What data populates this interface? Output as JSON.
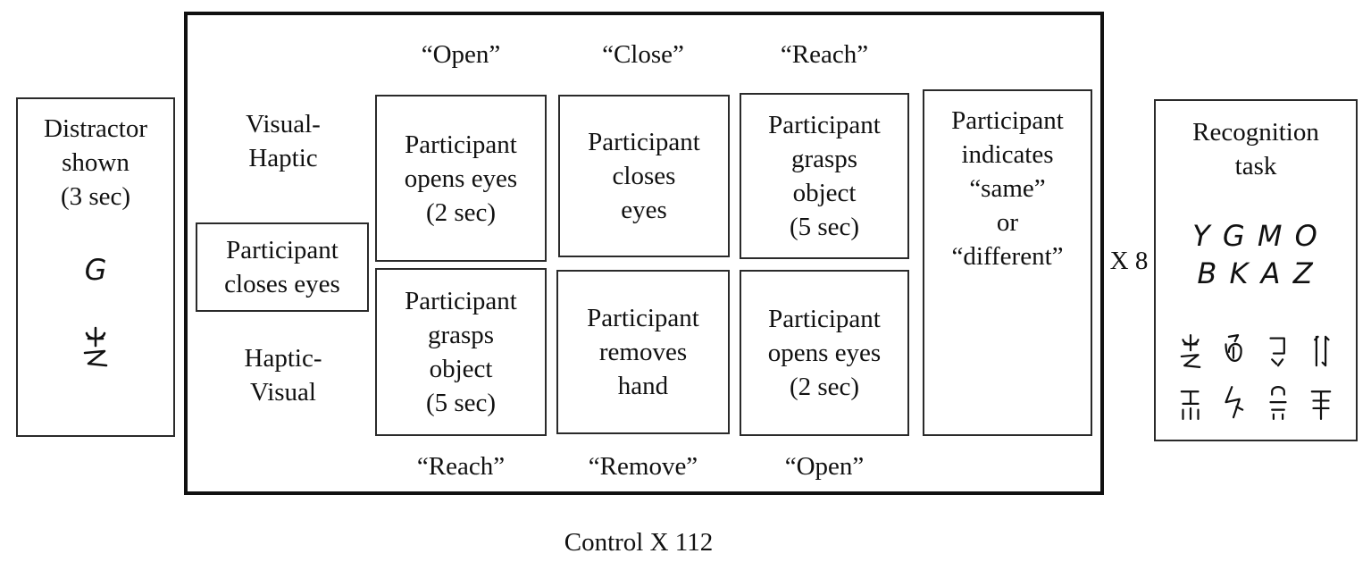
{
  "distractor": {
    "label_lines": [
      "Distractor",
      "shown",
      "(3 sec)"
    ],
    "letter": "G",
    "symbol_icon": "pseudoletter-glyph"
  },
  "control_frame": {
    "rows": [
      {
        "label_lines": [
          "Visual-",
          "Haptic"
        ]
      },
      {
        "label_lines": [
          "Haptic-",
          "Visual"
        ]
      }
    ],
    "start_box": "Participant\ncloses eyes",
    "top_cues": [
      "“Open”",
      "“Close”",
      "“Reach”"
    ],
    "bottom_cues": [
      "“Reach”",
      "“Remove”",
      "“Open”"
    ],
    "top_steps": [
      "Participant\nopens eyes\n(2 sec)",
      "Participant\ncloses\neyes",
      "Participant\ngrasps\nobject\n(5 sec)"
    ],
    "bottom_steps": [
      "Participant\ngrasps\nobject\n(5 sec)",
      "Participant\nremoves\nhand",
      "Participant\nopens eyes\n(2 sec)"
    ],
    "response_box": "Participant\nindicates\n“same”\nor\n“different”",
    "repeat_label": "X 8",
    "caption": "Control X 112"
  },
  "recognition": {
    "label_lines": [
      "Recognition",
      "task"
    ],
    "letters_row1": "Y G M O",
    "letters_row2": "B K A Z",
    "symbol_icons": [
      "pseudoletter-glyph-1",
      "pseudoletter-glyph-2",
      "pseudoletter-glyph-3",
      "pseudoletter-glyph-4",
      "pseudoletter-glyph-5",
      "pseudoletter-glyph-6",
      "pseudoletter-glyph-7",
      "pseudoletter-glyph-8"
    ]
  },
  "colors": {
    "border": "#2a2a2a",
    "text": "#111111",
    "background": "#ffffff"
  }
}
